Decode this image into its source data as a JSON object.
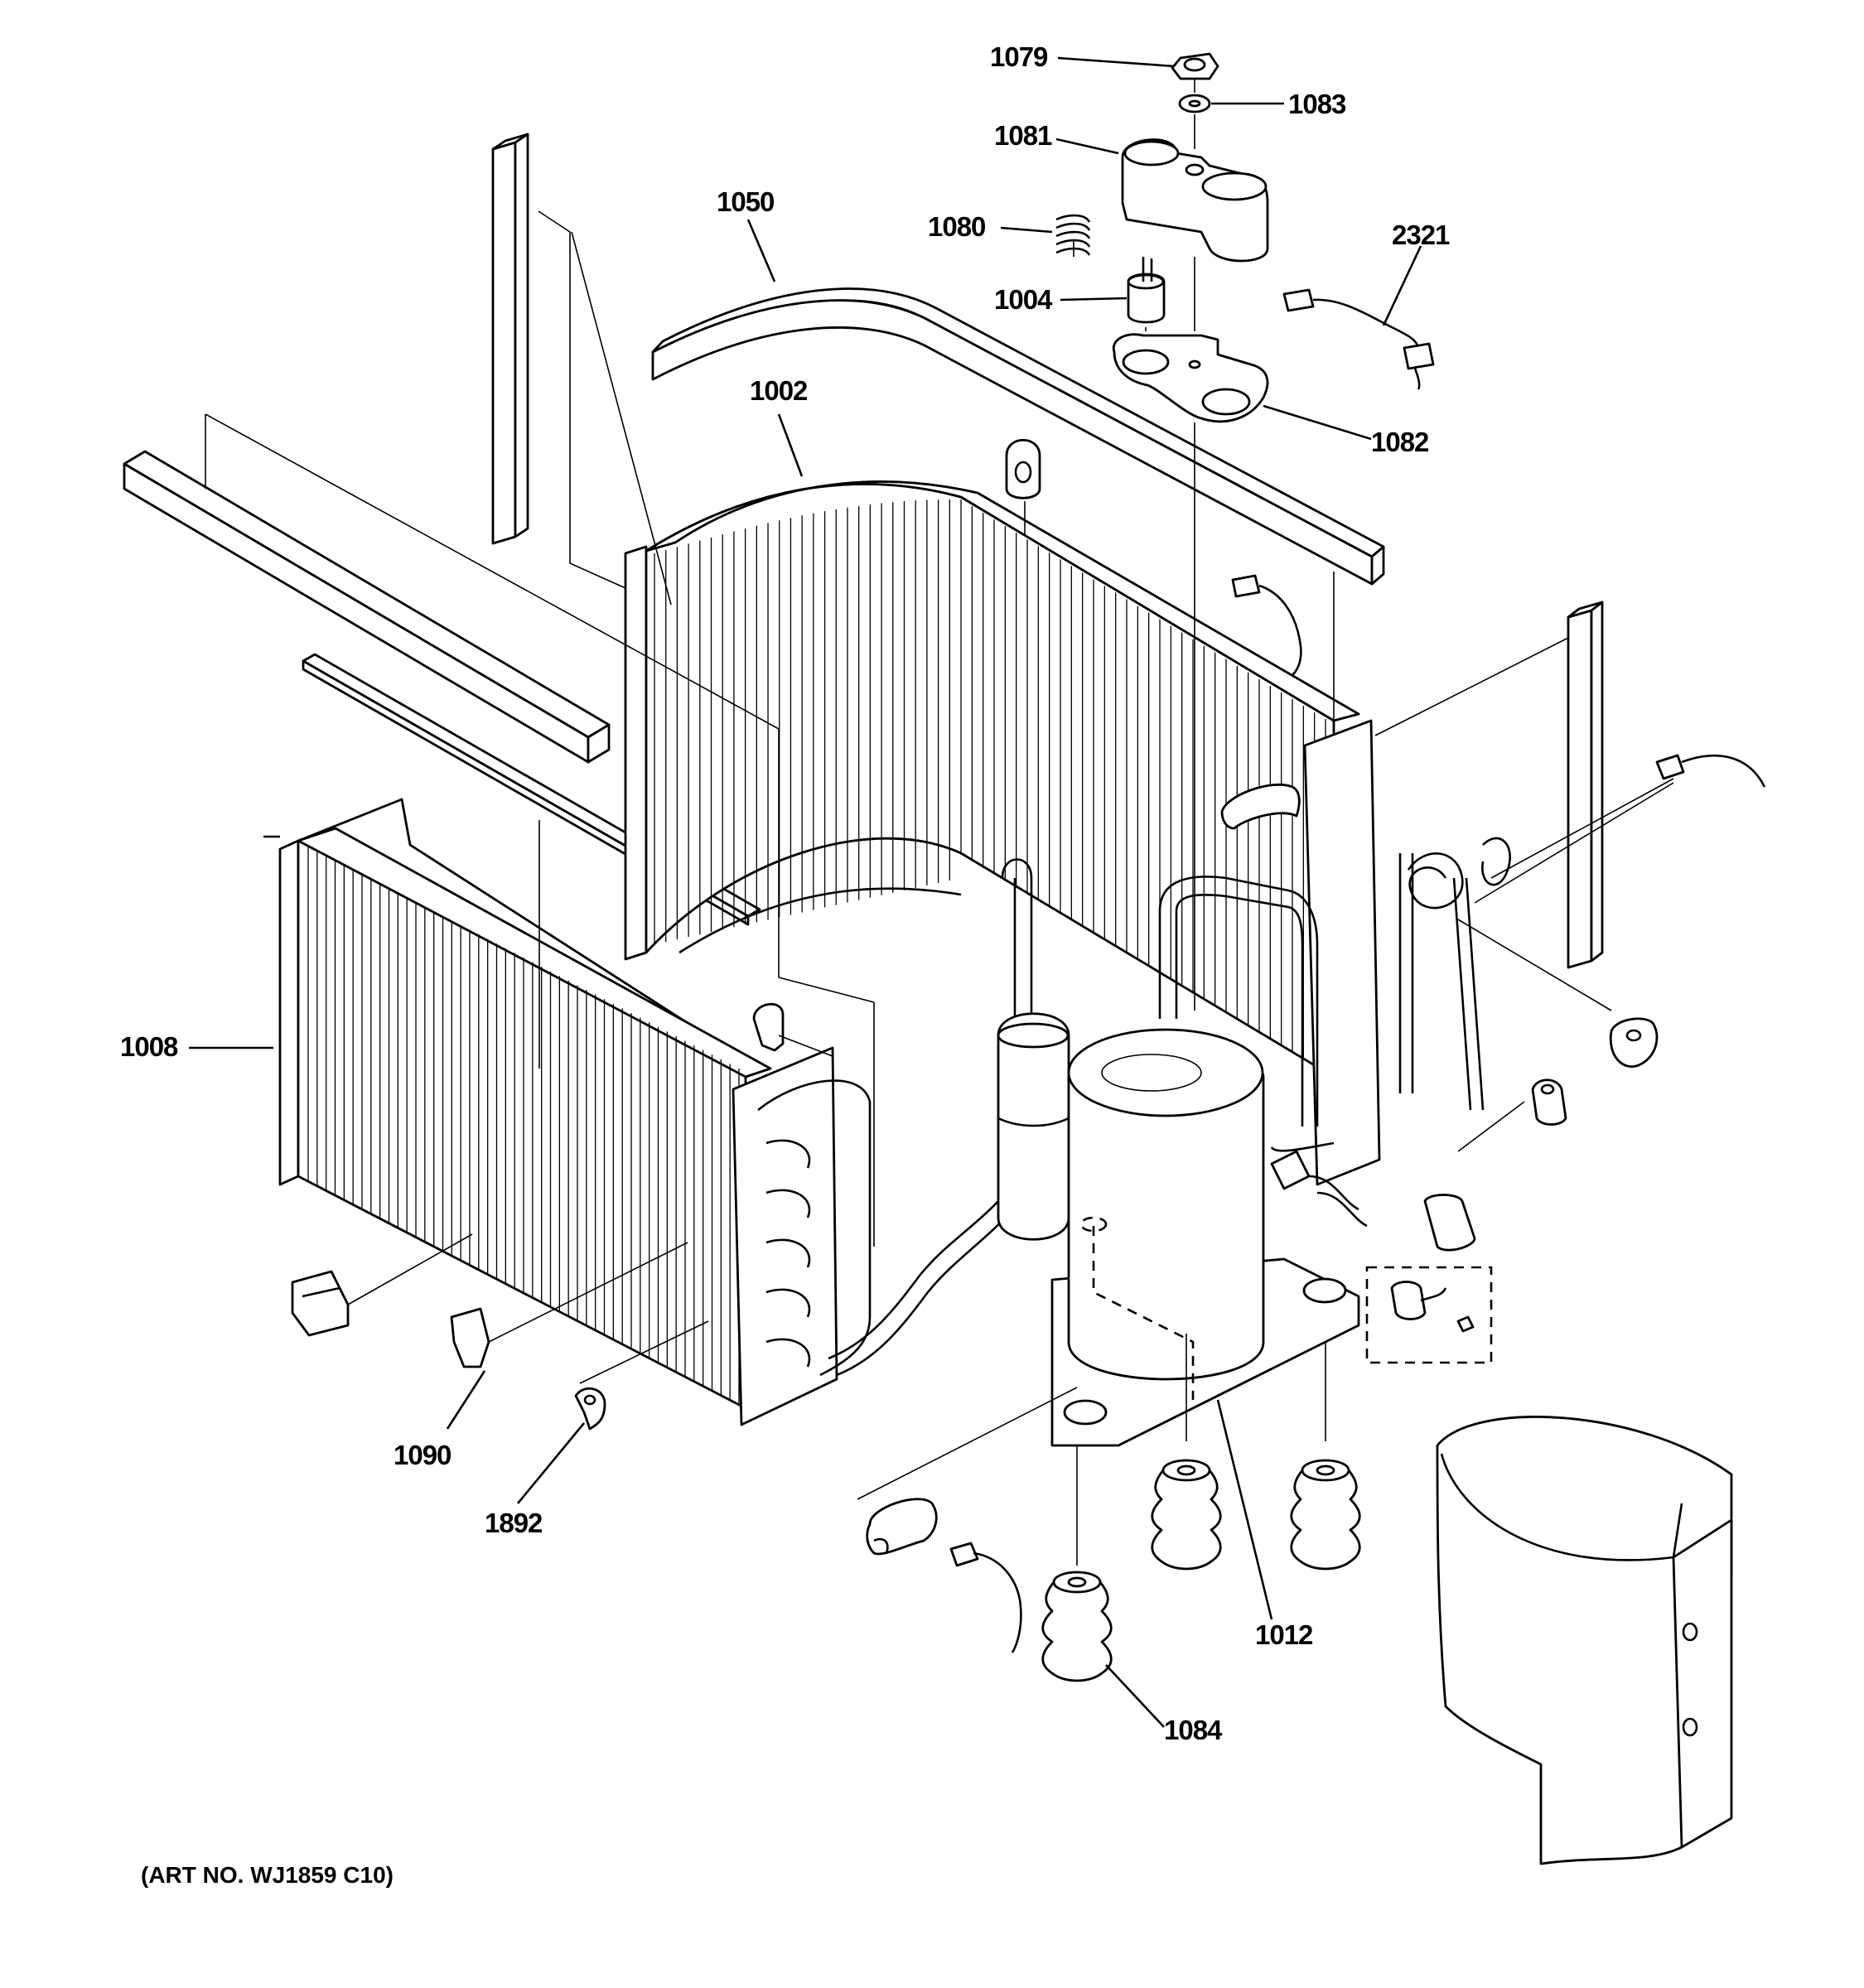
{
  "diagram": {
    "caption": "(ART NO. WJ1859 C10)",
    "callouts": [
      {
        "id": "1079",
        "label": "1079"
      },
      {
        "id": "1083",
        "label": "1083"
      },
      {
        "id": "1081",
        "label": "1081"
      },
      {
        "id": "1050",
        "label": "1050"
      },
      {
        "id": "1080",
        "label": "1080"
      },
      {
        "id": "2321",
        "label": "2321"
      },
      {
        "id": "1004",
        "label": "1004"
      },
      {
        "id": "1082",
        "label": "1082"
      },
      {
        "id": "1002",
        "label": "1002"
      },
      {
        "id": "1008",
        "label": "1008"
      },
      {
        "id": "1090",
        "label": "1090"
      },
      {
        "id": "1892",
        "label": "1892"
      },
      {
        "id": "1012",
        "label": "1012"
      },
      {
        "id": "1084",
        "label": "1084"
      }
    ]
  }
}
